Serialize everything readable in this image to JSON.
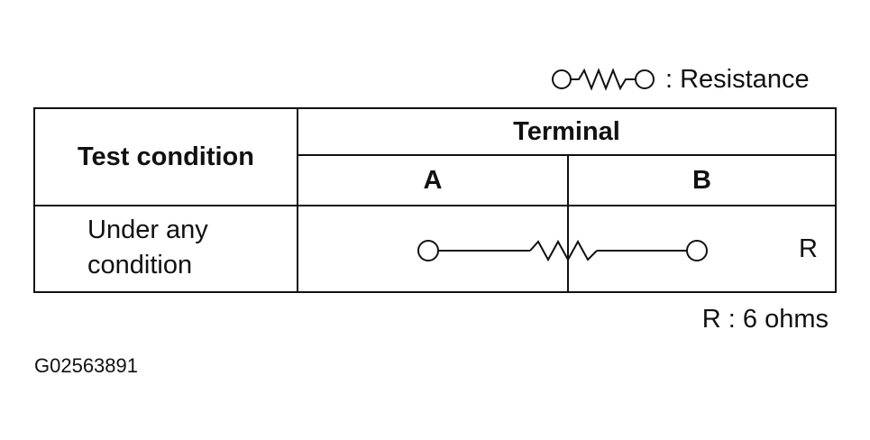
{
  "legend": {
    "symbol_icon": "resistor-symbol-icon",
    "label": ": Resistance"
  },
  "table": {
    "headers": {
      "test_condition": "Test condition",
      "terminal": "Terminal",
      "terminal_a": "A",
      "terminal_b": "B"
    },
    "rows": [
      {
        "condition": "Under any condition",
        "connection": "resistance between A and B",
        "value_label": "R"
      }
    ]
  },
  "note": "R : 6 ohms",
  "figure_code": "G02563891"
}
